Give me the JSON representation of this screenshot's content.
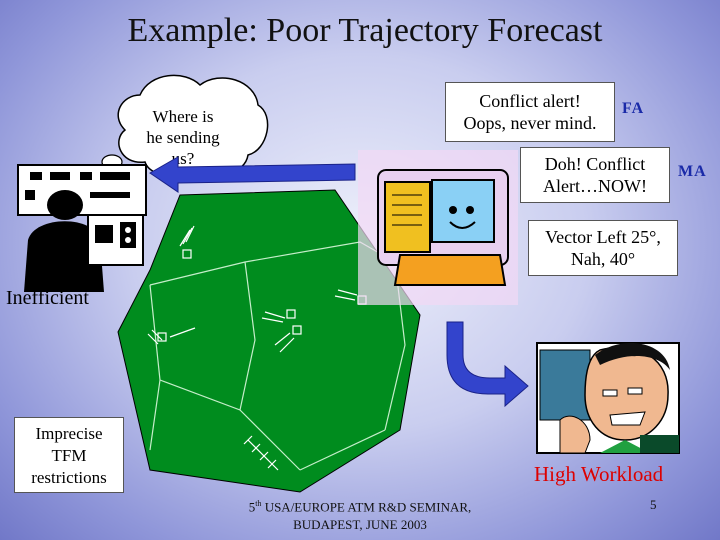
{
  "slide": {
    "title": "Example: Poor Trajectory Forecast",
    "thought_bubble": [
      "Where is",
      "he sending",
      "us?"
    ],
    "callouts": {
      "conflict_alert": [
        "Conflict alert!",
        "Oops, never mind."
      ],
      "fa_tag": "FA",
      "doh": [
        "Doh! Conflict",
        "Alert…NOW!"
      ],
      "ma_tag": "MA",
      "vector": [
        "Vector Left 25°,",
        "Nah, 40°"
      ]
    },
    "labels": {
      "inefficient": "Inefficient",
      "imprecise": [
        "Imprecise",
        "TFM",
        "restrictions"
      ],
      "high_workload": "High Workload"
    },
    "footer": {
      "line1_prefix": "5",
      "line1_sup": "th",
      "line1_rest": " USA/EUROPE ATM R&D SEMINAR,",
      "line2": "BUDAPEST, JUNE 2003",
      "page_number": "5"
    },
    "colors": {
      "sector_green": "#008c1e",
      "arrow_blue": "#3344cc",
      "high_workload_red": "#dd0000",
      "tag_blue": "#1a2aa8"
    },
    "icons": [
      "pilot-clipart-icon",
      "computer-face-clipart-icon",
      "stressed-controller-clipart-icon",
      "aircraft-symbol-icon"
    ]
  }
}
